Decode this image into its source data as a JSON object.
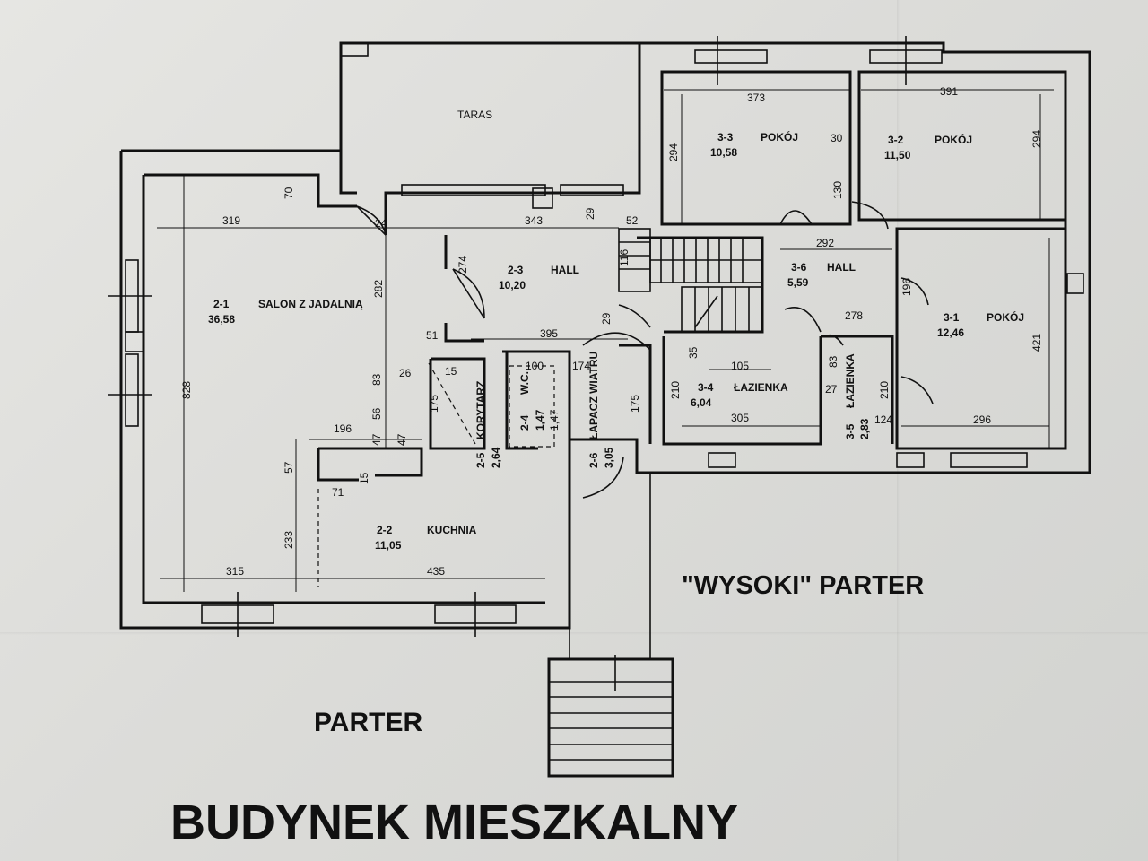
{
  "title": "BUDYNEK MIESZKALNY",
  "level_label_left": "PARTER",
  "level_label_right": "\"WYSOKI\"  PARTER",
  "terrace_label": "TARAS",
  "rooms": [
    {
      "code": "2-1",
      "name": "SALON Z JADALNIĄ",
      "area": "36,58"
    },
    {
      "code": "2-2",
      "name": "KUCHNIA",
      "area": "11,05"
    },
    {
      "code": "2-3",
      "name": "HALL",
      "area": "10,20"
    },
    {
      "code": "2-4",
      "name": "W.C.",
      "area": "1,47"
    },
    {
      "code": "2-5",
      "name": "KORYTARZ",
      "area": "2,64"
    },
    {
      "code": "2-6",
      "name": "ŁAPACZ WIATRU",
      "area": "3,05"
    },
    {
      "code": "3-1",
      "name": "POKÓJ",
      "area": "12,46"
    },
    {
      "code": "3-2",
      "name": "POKÓJ",
      "area": "11,50"
    },
    {
      "code": "3-3",
      "name": "POKÓJ",
      "area": "10,58"
    },
    {
      "code": "3-4",
      "name": "ŁAZIENKA",
      "area": "6,04"
    },
    {
      "code": "3-5",
      "name": "ŁAZIENKA",
      "area": "2,83"
    },
    {
      "code": "3-6",
      "name": "HALL",
      "area": "5,59"
    }
  ],
  "dimensions": [
    "319",
    "24",
    "343",
    "29",
    "52",
    "373",
    "391",
    "294",
    "294",
    "30",
    "130",
    "70",
    "282",
    "274",
    "116",
    "292",
    "196",
    "278",
    "421",
    "828",
    "395",
    "29",
    "174",
    "175",
    "51",
    "26",
    "15",
    "100",
    "105",
    "35",
    "83",
    "27",
    "210",
    "210",
    "83",
    "56",
    "47",
    "47",
    "1,47",
    "175",
    "196",
    "305",
    "124",
    "296",
    "57",
    "71",
    "15",
    "233",
    "315",
    "435"
  ]
}
